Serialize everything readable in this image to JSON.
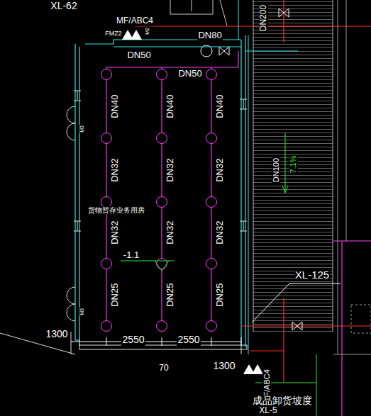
{
  "diagram": {
    "labels": [
      "XL-62",
      "MF/ABC4",
      "M2",
      "FMZ2",
      "DN80",
      "DN50",
      "DN200",
      "DN50",
      "DN40",
      "DN40",
      "DN40",
      "DN32",
      "DN32",
      "DN32",
      "DN32",
      "DN32",
      "DN32",
      "DN25",
      "DN25",
      "DN25",
      "M3",
      "货物暂存业务用房",
      "DN100",
      "7.1%",
      "-1.1",
      "XL-125",
      "M3",
      "1300",
      "2550",
      "2550",
      "70",
      "1300",
      "MF/ABC4",
      "成品卸货坡度",
      "XL-5"
    ]
  }
}
